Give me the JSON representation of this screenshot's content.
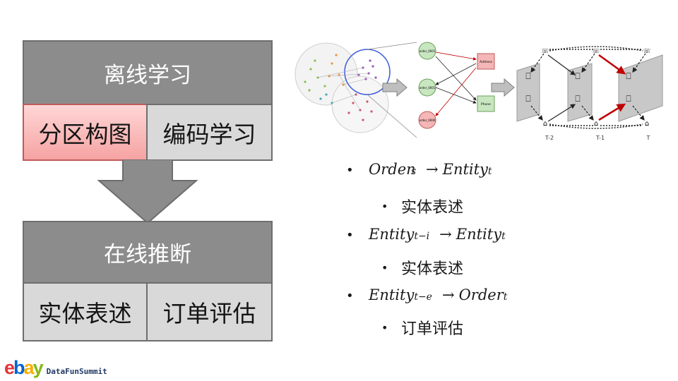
{
  "left_diagram": {
    "offline_title": "离线学习",
    "offline_cells": [
      "分区构图",
      "编码学习"
    ],
    "online_title": "在线推断",
    "online_cells": [
      "实体表述",
      "订单评估"
    ]
  },
  "figure": {
    "graph_nodes": [
      "order_0001",
      "order_0001",
      "order_0000"
    ],
    "attribute_nodes": [
      "Address",
      "Phone"
    ],
    "time_labels": [
      "T-2",
      "T-1",
      "T"
    ]
  },
  "bullets": [
    {
      "from": "Order",
      "from_sub": "t",
      "from_sup": "s",
      "arrow": "→",
      "to": "Entity",
      "to_sub": "t",
      "sub_item": "实体表述"
    },
    {
      "from": "Entity",
      "from_sub": "t−i",
      "from_sup": "",
      "arrow": "→",
      "to": "Entity",
      "to_sub": "t",
      "sub_item": "实体表述"
    },
    {
      "from": "Entity",
      "from_sub": "t−e",
      "from_sup": "",
      "arrow": "→",
      "to": "Order",
      "to_sub": "t",
      "sub_item": "订单评估"
    }
  ],
  "logo": {
    "brand_e": "e",
    "brand_b": "b",
    "brand_a": "a",
    "brand_y": "y",
    "summit": "DataFunSummit"
  },
  "colors": {
    "head_gray": "#8c8c8c",
    "cell_gray": "#d9d9d9",
    "highlight_red": "#f6a3a3",
    "arrow_red": "#c00000"
  }
}
